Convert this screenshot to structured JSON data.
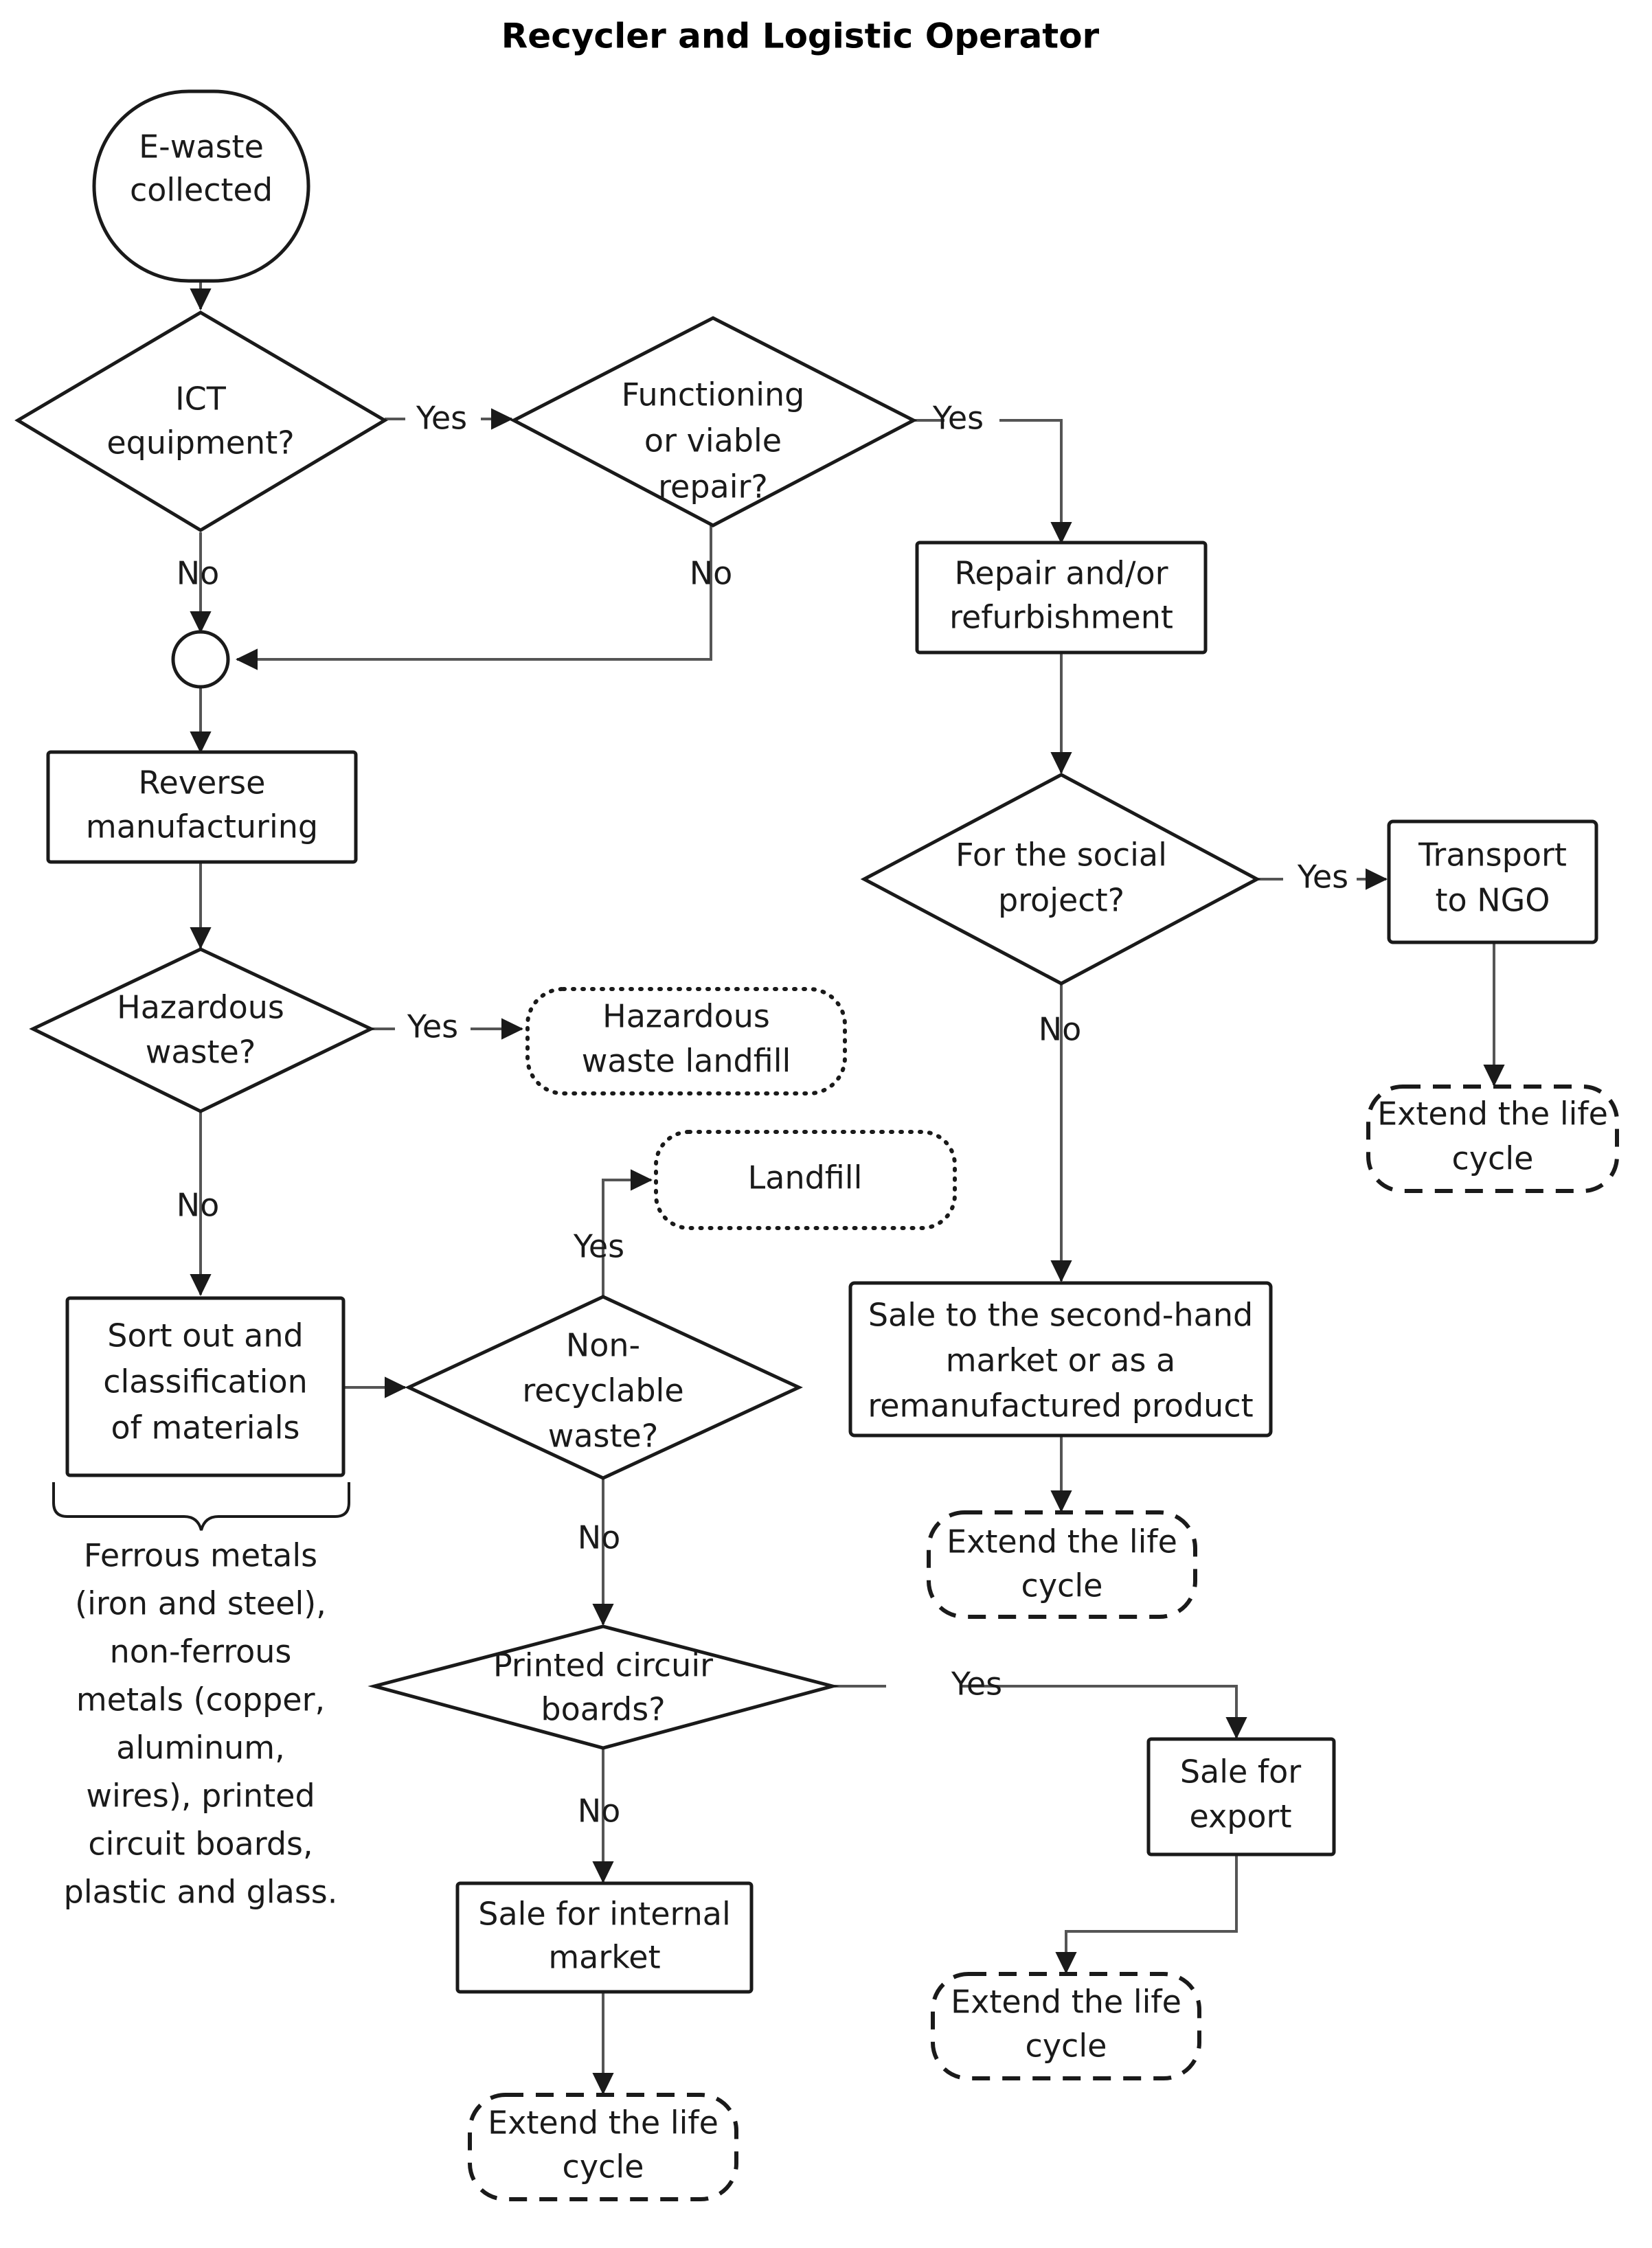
{
  "title": "Recycler and Logistic Operator",
  "colors": {
    "stroke": "#1a1a1a",
    "connector": "#555555",
    "background": "#ffffff"
  },
  "nodes": {
    "start": {
      "label_line1": "E-waste",
      "label_line2": "collected",
      "shape": "terminator"
    },
    "ict": {
      "label_line1": "ICT",
      "label_line2": "equipment?",
      "shape": "decision"
    },
    "functioning": {
      "label_line1": "Functioning",
      "label_line2": "or viable",
      "label_line3": "repair?",
      "shape": "decision"
    },
    "merge": {
      "label": "",
      "shape": "connector-circle"
    },
    "repair": {
      "label_line1": "Repair and/or",
      "label_line2": "refurbishment",
      "shape": "process"
    },
    "reverse": {
      "label_line1": "Reverse",
      "label_line2": "manufacturing",
      "shape": "process"
    },
    "social": {
      "label_line1": "For the social",
      "label_line2": "project?",
      "shape": "decision"
    },
    "ngo": {
      "label_line1": "Transport",
      "label_line2": "to NGO",
      "shape": "process"
    },
    "hazardous": {
      "label_line1": "Hazardous",
      "label_line2": "waste?",
      "shape": "decision"
    },
    "hazlandfill": {
      "label_line1": "Hazardous",
      "label_line2": "waste landfill",
      "shape": "terminator-dotted"
    },
    "extend_ngo": {
      "label_line1": "Extend the life",
      "label_line2": "cycle",
      "shape": "terminator-dashed"
    },
    "landfill": {
      "label_line1": "Landfill",
      "shape": "terminator-dotted"
    },
    "sort": {
      "label_line1": "Sort out and",
      "label_line2": "classification",
      "label_line3": "of materials",
      "shape": "process"
    },
    "nonrecyclable": {
      "label_line1": "Non-",
      "label_line2": "recyclable",
      "label_line3": "waste?",
      "shape": "decision"
    },
    "secondhand": {
      "label_line1": "Sale to the second-hand",
      "label_line2": "market or as a",
      "label_line3": "remanufactured product",
      "shape": "process"
    },
    "extend_secondhand": {
      "label_line1": "Extend the life",
      "label_line2": "cycle",
      "shape": "terminator-dashed"
    },
    "pcb": {
      "label_line1": "Printed circuir",
      "label_line2": "boards?",
      "shape": "decision"
    },
    "export": {
      "label_line1": "Sale for",
      "label_line2": "export",
      "shape": "process"
    },
    "extend_export": {
      "label_line1": "Extend the life",
      "label_line2": "cycle",
      "shape": "terminator-dashed"
    },
    "internal": {
      "label_line1": "Sale for internal",
      "label_line2": "market",
      "shape": "process"
    },
    "extend_internal": {
      "label_line1": "Extend the life",
      "label_line2": "cycle",
      "shape": "terminator-dashed"
    }
  },
  "annotation": {
    "brace_note_lines": [
      "Ferrous metals",
      "(iron and steel),",
      "non-ferrous",
      "metals (copper,",
      "aluminum,",
      "wires), printed",
      "circuit boards,",
      "plastic and glass."
    ]
  },
  "edge_labels": {
    "ict_yes": "Yes",
    "ict_no": "No",
    "functioning_yes": "Yes",
    "functioning_no": "No",
    "social_yes": "Yes",
    "social_no": "No",
    "hazardous_yes": "Yes",
    "hazardous_no": "No",
    "nonrecyclable_yes": "Yes",
    "nonrecyclable_no": "No",
    "pcb_yes": "Yes",
    "pcb_no": "No"
  },
  "chart_data": {
    "type": "table",
    "title": "Recycler and Logistic Operator",
    "flow": [
      {
        "from": "E-waste collected",
        "to": "ICT equipment?",
        "label": ""
      },
      {
        "from": "ICT equipment?",
        "to": "Functioning or viable repair?",
        "label": "Yes"
      },
      {
        "from": "ICT equipment?",
        "to": "merge",
        "label": "No"
      },
      {
        "from": "Functioning or viable repair?",
        "to": "Repair and/or refurbishment",
        "label": "Yes"
      },
      {
        "from": "Functioning or viable repair?",
        "to": "merge",
        "label": "No"
      },
      {
        "from": "merge",
        "to": "Reverse manufacturing",
        "label": ""
      },
      {
        "from": "Repair and/or refurbishment",
        "to": "For the social project?",
        "label": ""
      },
      {
        "from": "For the social project?",
        "to": "Transport to NGO",
        "label": "Yes"
      },
      {
        "from": "For the social project?",
        "to": "Sale to the second-hand market or as a remanufactured product",
        "label": "No"
      },
      {
        "from": "Transport to NGO",
        "to": "Extend the life cycle",
        "label": ""
      },
      {
        "from": "Sale to the second-hand market or as a remanufactured product",
        "to": "Extend the life cycle",
        "label": ""
      },
      {
        "from": "Reverse manufacturing",
        "to": "Hazardous waste?",
        "label": ""
      },
      {
        "from": "Hazardous waste?",
        "to": "Hazardous waste landfill",
        "label": "Yes"
      },
      {
        "from": "Hazardous waste?",
        "to": "Sort out and classification of materials",
        "label": "No"
      },
      {
        "from": "Sort out and classification of materials",
        "to": "Non-recyclable waste?",
        "label": ""
      },
      {
        "from": "Non-recyclable waste?",
        "to": "Landfill",
        "label": "Yes"
      },
      {
        "from": "Non-recyclable waste?",
        "to": "Printed circuir boards?",
        "label": "No"
      },
      {
        "from": "Printed circuir boards?",
        "to": "Sale for export",
        "label": "Yes"
      },
      {
        "from": "Printed circuir boards?",
        "to": "Sale for internal market",
        "label": "No"
      },
      {
        "from": "Sale for export",
        "to": "Extend the life cycle",
        "label": ""
      },
      {
        "from": "Sale for internal market",
        "to": "Extend the life cycle",
        "label": ""
      }
    ]
  }
}
